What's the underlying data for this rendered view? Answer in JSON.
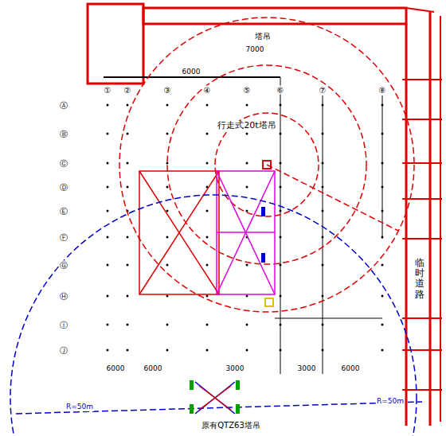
{
  "diagram": {
    "labels": [
      "塔吊",
      "7000",
      "6000",
      "①",
      "②",
      "③",
      "④",
      "⑤",
      "⑥",
      "⑦",
      "⑧",
      "Ⓐ",
      "Ⓑ",
      "Ⓒ",
      "Ⓓ",
      "Ⓔ",
      "Ⓕ",
      "Ⓖ",
      "Ⓗ",
      "Ⓘ",
      "Ⓙ",
      "行走式20t塔吊",
      "临时道路",
      "6000",
      "6000",
      "3000",
      "3000",
      "6000",
      "R=50m",
      "R=50m",
      "原有QTZ63塔吊"
    ]
  }
}
